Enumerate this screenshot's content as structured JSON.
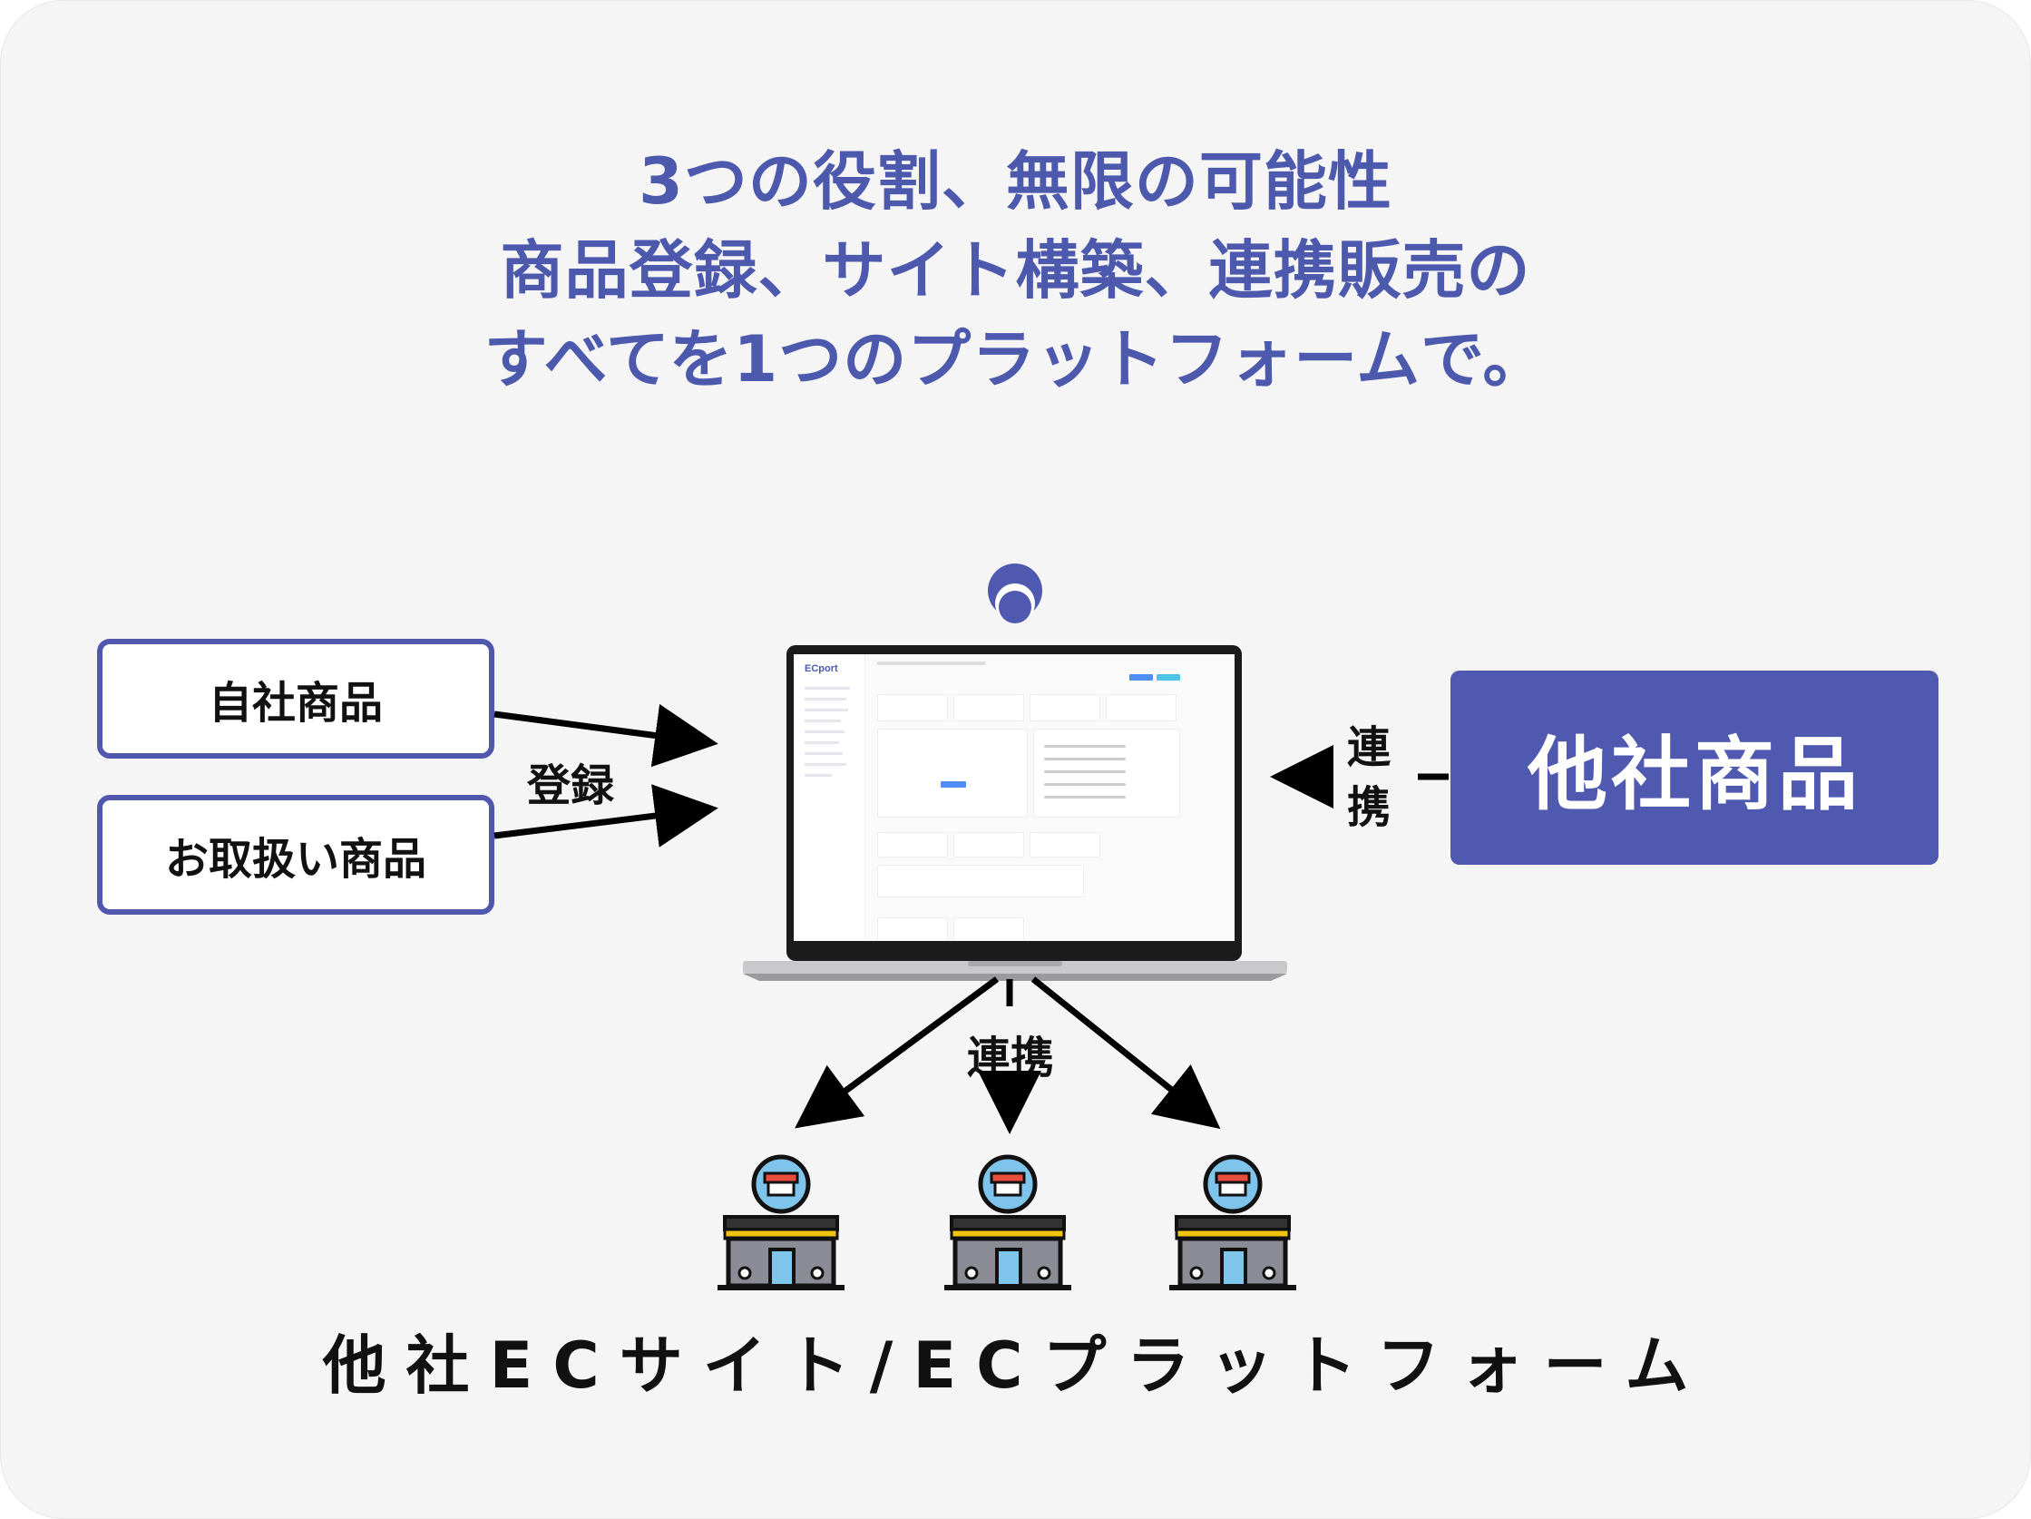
{
  "heading": {
    "line1": "3つの役割、無限の可能性",
    "line2": "商品登録、サイト構築、連携販売の",
    "line3": "すべてを1つのプラットフォームで。"
  },
  "left_boxes": {
    "own_products": "自社商品",
    "handled_products": "お取扱い商品"
  },
  "register_label": "登録",
  "right_box": {
    "label": "他社商品",
    "link_label_1": "連",
    "link_label_2": "携"
  },
  "down_label": "連携",
  "bottom_title": "他社ECサイト/ECプラットフォーム",
  "screen": {
    "logo": "ECport"
  },
  "colors": {
    "accent": "#4d59ad",
    "card_background": "#f5f5f5"
  },
  "icons": [
    "user-icon",
    "laptop-icon",
    "arrow-icon",
    "store-icon"
  ]
}
